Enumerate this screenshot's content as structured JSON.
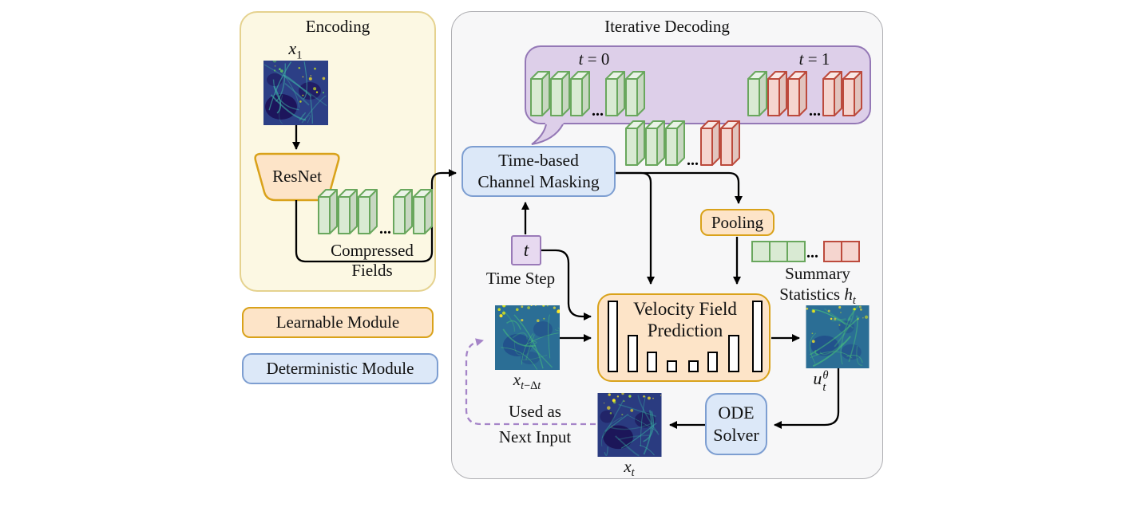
{
  "palette": {
    "canvas_bg": "#ffffff",
    "text": "#111111",
    "encoding_bg": "#fcf8e3",
    "encoding_border": "#e5d28f",
    "decoding_bg": "#f7f7f8",
    "decoding_border": "#aeaeb2",
    "bubble_bg": "#ddcfe9",
    "bubble_border": "#9478b6",
    "learnable_bg": "#fde4c8",
    "learnable_border": "#d9a21b",
    "deterministic_bg": "#dce8f8",
    "deterministic_border": "#7d9ed1",
    "purple_box_bg": "#e7d9f0",
    "purple_box_border": "#9a7ab8",
    "green_fill": "#d9ead3",
    "green_edge": "#69a75d",
    "red_fill": "#f5d5cf",
    "red_edge": "#bc4a3c",
    "arrow": "#000000",
    "dashed_purple": "#a584c8",
    "bar_fill": "#ffffff"
  },
  "figure": {
    "encoding": {
      "title": "Encoding",
      "x1": "<i>x</i><sub>1</sub>",
      "resnet": "ResNet",
      "compressed1": "Compressed",
      "compressed2": "Fields"
    },
    "legend": {
      "learnable": "Learnable Module",
      "deterministic": "Deterministic Module"
    },
    "decoding": {
      "title": "Iterative Decoding",
      "t0": "<i>t</i> = 0",
      "t1": "<i>t</i> = 1",
      "masking1": "Time-based",
      "masking2": "Channel Masking",
      "t": "<i>t</i>",
      "time_step": "Time Step",
      "pooling": "Pooling",
      "summary1": "Summary",
      "summary2": "Statistics <i>h</i><sub><i>t</i></sub>",
      "vfp1": "Velocity Field",
      "vfp2": "Prediction",
      "xtmdt": "<i>x</i><sub><i>t</i>−Δ<i>t</i></sub>",
      "ut": "<i>u</i><span class=\"ss\"><sup><i>θ</i></sup><sub><i>t</i></sub></span>",
      "ode1": "ODE",
      "ode2": "Solver",
      "xt": "<i>x</i><sub><i>t</i></sub>",
      "used1": "Used as",
      "used2": "Next Input"
    },
    "ellipsis": "..."
  },
  "slabs": {
    "compressed": {
      "style": "3d",
      "items": [
        "g",
        "g",
        "g",
        "...",
        "g",
        "g"
      ]
    },
    "bubble_t0": {
      "style": "3d",
      "items": [
        "g",
        "g",
        "g",
        "...",
        "g",
        "g"
      ]
    },
    "bubble_t1": {
      "style": "3d",
      "items": [
        "g",
        "r",
        "r",
        "...",
        "r",
        "r"
      ]
    },
    "masked_row": {
      "style": "3d",
      "items": [
        "g",
        "g",
        "g",
        "...",
        "r",
        "r"
      ]
    },
    "summary": {
      "style": "flat",
      "items": [
        "g",
        "g",
        "g",
        "...",
        "r",
        "r"
      ]
    }
  }
}
